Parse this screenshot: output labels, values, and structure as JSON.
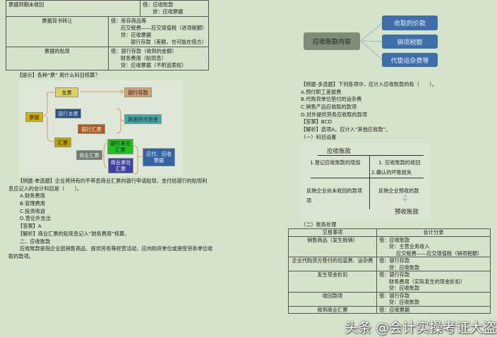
{
  "left_table": {
    "rows": [
      {
        "item": "票据到期未收回",
        "entry": [
          "借：应收账款",
          "贷：应收票据"
        ]
      },
      {
        "item": "票据背书转让",
        "entry": [
          "借：库存商品等",
          "应交税费——应交增值税（进项税额）",
          "贷：应收票据",
          "银行存款（差额，也可能在借方）"
        ]
      },
      {
        "item": "票据的贴现",
        "entry": [
          "借：银行存款（收到的金额）",
          "财务费用（贴现息）",
          "贷：应收票据（不附追索权）"
        ]
      }
    ]
  },
  "tip": "【提示】各种“票” 用什么科目核算？",
  "tree": {
    "root": "票据",
    "check": "支票",
    "bank_deposit": "银行存款",
    "cashier": "银行本票",
    "bank_draft": "银行汇票",
    "other_funds": "其他货币资金",
    "draft": "汇票",
    "commercial_draft": "商业汇票",
    "bank_accept": "银行承兑汇票",
    "commercial_accept": "商业承兑汇票",
    "notes": "应付、应收票据"
  },
  "left_text": [
    "【例题-单选题】企业将持有的不带息商业汇票向银行申请贴现，支付给银行的贴现利",
    "息应记入的会计科目是（　　）。",
    "A.财务费用",
    "B.管理费用",
    "C.投资收益",
    "D.营业外支出",
    "【答案】A",
    "【解析】商业汇票的贴现息记入“财务费用”核算。",
    "二、应收账款",
    "应收账款是指企业因销售商品、提供劳务等经营活动，应向购货单位或接受劳务单位收",
    "取的款项。"
  ],
  "content_map": {
    "center": "应收账款内容",
    "items": [
      "收取的价款",
      "销项税额",
      "代垫运杂费等"
    ]
  },
  "right_text": [
    "【例题-多选题】下列各项中，应计入应收账款的有（　　）。",
    "A.预付职工差旅费",
    "B.代购货单位垫付的运杂费",
    "C.销售产品应收取的款项",
    "D.对外提供劳务应收取的款项",
    "【答案】BCD",
    "【解析】选项A，应计入“其他应收款”。",
    "（一）科目设置"
  ],
  "t_account": {
    "title": "应收账款",
    "debit": "1.登记应收账款的增加",
    "credit": [
      "1. 应收账款的收回",
      "2.确认的坏账损失"
    ],
    "debit_bal": [
      "反映企业尚未收回的款项",
      "项"
    ],
    "credit_bal": "反映企业预收的款",
    "credit_target": "预收账款"
  },
  "section2": "（二）账务处理",
  "right_table": {
    "headers": [
      "交易事项",
      "会计分录"
    ],
    "rows": [
      {
        "item": "销售商品（发生赊销）",
        "entry": [
          "借：应收账款",
          "贷：主营业务收入",
          "应交税费——应交增值税（销项税额）"
        ]
      },
      {
        "item": "企业代购货方垫付的包装费、运杂费",
        "entry": [
          "借：银行存款",
          "贷：应收账款"
        ]
      },
      {
        "item": "发生现金折扣",
        "entry": [
          "借：银行存款",
          "财务费用（实际发生的现金折扣）",
          "贷：应收账款"
        ]
      },
      {
        "item": "收回款项",
        "entry": [
          "借：银行存款",
          "贷：应收账款"
        ]
      },
      {
        "item": "收到商业汇票",
        "entry": [
          "借：应收票据"
        ]
      }
    ]
  },
  "watermark": "头条 @会计实操考证大盗"
}
